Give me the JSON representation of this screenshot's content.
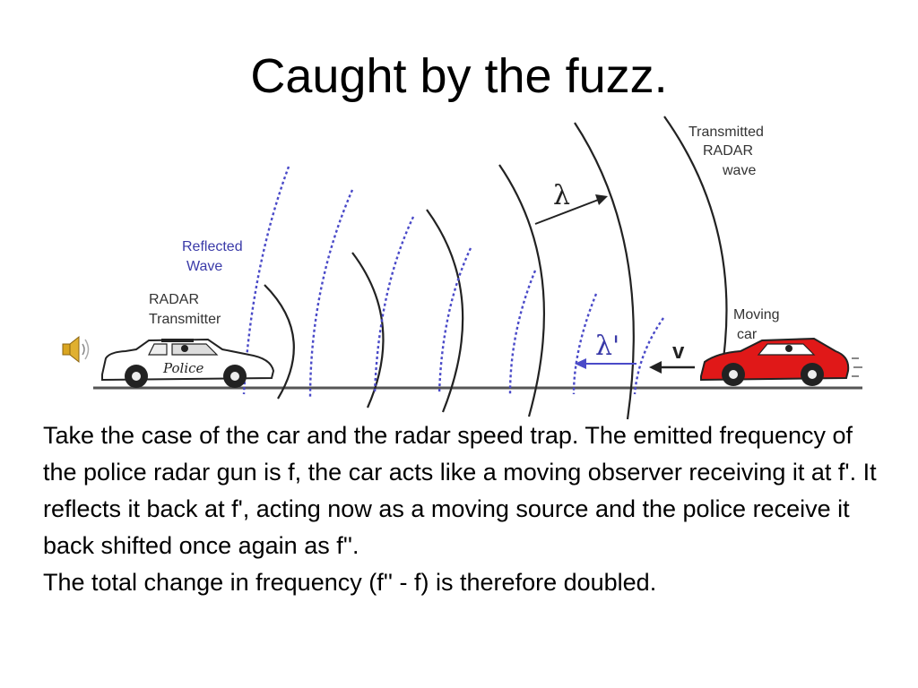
{
  "slide": {
    "title": "Caught by the fuzz.",
    "paragraph_1": "Take the case of the car and the radar speed trap. The emitted frequency of the police radar gun is f, the car acts like a moving observer receiving it at f'. It reflects it back at f', acting now as a moving source and the police receive it back shifted once again as f''.",
    "paragraph_2": "The total change in frequency (f'' - f) is therefore doubled."
  },
  "diagram": {
    "label_transmitted_1": "Transmitted",
    "label_transmitted_2": "RADAR",
    "label_transmitted_3": "wave",
    "label_reflected_1": "Reflected",
    "label_reflected_2": "Wave",
    "label_radar_1": "RADAR",
    "label_radar_2": "Transmitter",
    "label_moving_1": "Moving",
    "label_moving_2": "car",
    "police_text": "Police",
    "lambda": "λ",
    "lambda_prime": "λ'",
    "velocity": "v",
    "colors": {
      "transmitted_wave": "#222222",
      "reflected_wave": "#4a4ac8",
      "moving_car": "#e01818",
      "police_car": "#ffffff",
      "road": "#555555"
    }
  }
}
